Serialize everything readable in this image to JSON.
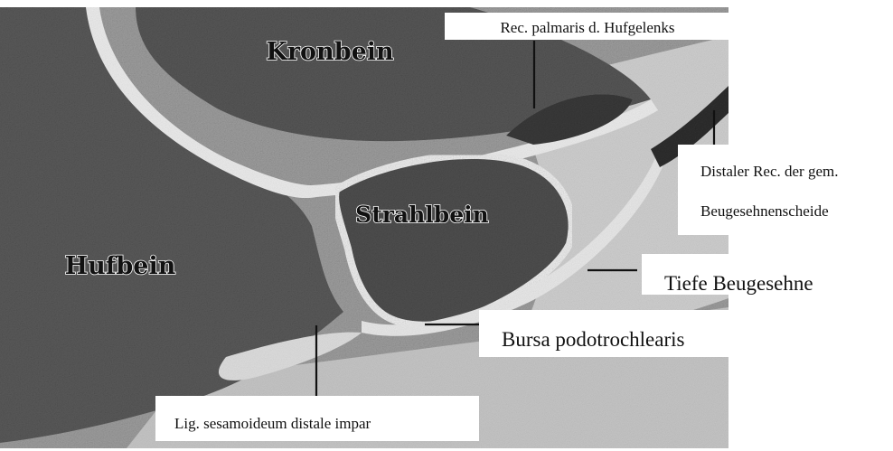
{
  "structures": {
    "kronbein": "Kronbein",
    "strahlbein": "Strahlbein",
    "hufbein": "Hufbein"
  },
  "callouts": {
    "rec_palmaris": "Rec. palmaris d. Hufgelenks",
    "distaler_rec_line1": "Distaler Rec. der gem.",
    "distaler_rec_line2": "Beugesehnenscheide",
    "tiefe_beugesehne": "Tiefe Beugesehne",
    "bursa": "Bursa podotrochlearis",
    "lig_sesamoideum": "Lig. sesamoideum distale impar"
  },
  "colors": {
    "bone": "#4a4a4a",
    "soft_tissue": "#bdbdbd",
    "joint_space": "#f2f2f2",
    "ink": "#111111"
  }
}
